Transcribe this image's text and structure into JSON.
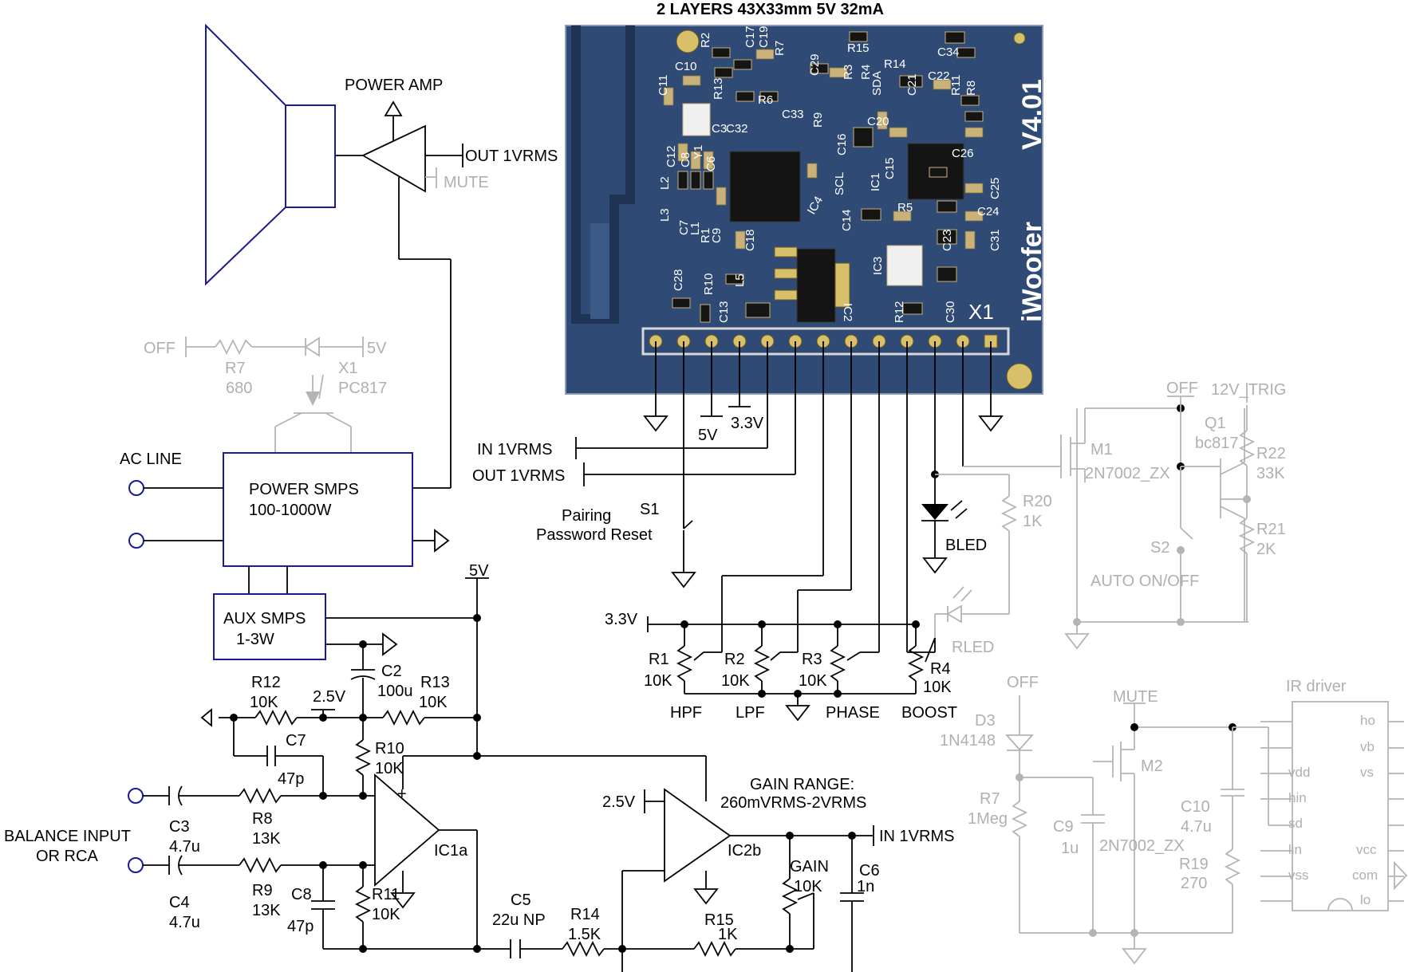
{
  "pcb": {
    "header": "2 LAYERS 43X33mm 5V 32mA",
    "brand": "iWoofer",
    "version": "V4.01",
    "board_mark": "X1",
    "silkscreen": [
      "R2",
      "C17",
      "C19",
      "R7",
      "C10",
      "C11",
      "R13",
      "R6",
      "C33",
      "C29",
      "R3",
      "R4",
      "R15",
      "R14",
      "C22",
      "C34",
      "SDA",
      "R11",
      "R8",
      "C21",
      "C3",
      "C32",
      "R9",
      "C16",
      "C20",
      "C26",
      "C12",
      "C8",
      "Y1",
      "C6",
      "L2",
      "IC4",
      "SCL",
      "IC1",
      "C15",
      "C25",
      "L3",
      "C7",
      "L1",
      "R1",
      "C9",
      "C18",
      "C14",
      "R5",
      "C24",
      "C23",
      "C31",
      "C28",
      "R10",
      "L5",
      "C13",
      "IC3",
      "IC2",
      "R12",
      "C30"
    ]
  },
  "power_amp": {
    "title": "POWER AMP",
    "out": "OUT 1VRMS",
    "mute": "MUTE"
  },
  "opto": {
    "off": "OFF",
    "five_v": "5V",
    "r7": "R7",
    "r7_val": "680",
    "x1": "X1",
    "x1_val": "PC817"
  },
  "smps": {
    "ac_line": "AC LINE",
    "power_title": "POWER SMPS",
    "power_range": "100-1000W",
    "aux_title": "AUX SMPS",
    "aux_range": "1-3W"
  },
  "io": {
    "in": "IN 1VRMS",
    "out": "OUT 1VRMS",
    "s1": "S1",
    "pairing": "Pairing",
    "pwreset": "Password Reset",
    "five_v": "5V",
    "three_v": "3.3V"
  },
  "pots": {
    "rail": "3.3V",
    "items": [
      {
        "ref": "R1",
        "val": "10K",
        "fn": "HPF"
      },
      {
        "ref": "R2",
        "val": "10K",
        "fn": "LPF"
      },
      {
        "ref": "R3",
        "val": "10K",
        "fn": "PHASE"
      },
      {
        "ref": "R4",
        "val": "10K",
        "fn": "BOOST"
      }
    ]
  },
  "leds": {
    "bled": "BLED",
    "rled": "RLED",
    "r20": "R20",
    "r20_val": "1K"
  },
  "auto": {
    "off": "OFF",
    "trig": "12V_TRIG",
    "q1": "Q1",
    "q1_val": "bc817",
    "m1": "M1",
    "m1_val": "2N7002_ZX",
    "r22": "R22",
    "r22_val": "33K",
    "r21": "R21",
    "r21_val": "2K",
    "s2": "S2",
    "title": "AUTO ON/OFF"
  },
  "mute": {
    "off": "OFF",
    "mute": "MUTE",
    "d3": "D3",
    "d3_val": "1N4148",
    "r7": "R7",
    "r7_val": "1Meg",
    "c9": "C9",
    "c9_val": "1u",
    "m2": "M2",
    "m2_val": "2N7002_ZX",
    "c10": "C10",
    "c10_val": "4.7u",
    "r19": "R19",
    "r19_val": "270"
  },
  "ir": {
    "title": "IR driver",
    "left": [
      "vdd",
      "hin",
      "sd",
      "lin",
      "vss"
    ],
    "right": [
      "ho",
      "vb",
      "vs",
      "vcc",
      "com",
      "lo"
    ]
  },
  "preamp": {
    "five_v": "5V",
    "balance": "BALANCE INPUT",
    "or_rca": "OR RCA",
    "c3": "C3",
    "c3_val": "4.7u",
    "c4": "C4",
    "c4_val": "4.7u",
    "r8": "R8",
    "r8_val": "13K",
    "r9": "R9",
    "r9_val": "13K",
    "c7": "C7",
    "c7_val": "47p",
    "c8": "C8",
    "c8_val": "47p",
    "r12": "R12",
    "r12_val": "10K",
    "v25": "2.5V",
    "c2": "C2",
    "c2_val": "100u",
    "r13": "R13",
    "r13_val": "10K",
    "r10": "R10",
    "r10_val": "10K",
    "r11": "R11",
    "r11_val": "10K",
    "ic1a": "IC1a",
    "c5": "C5",
    "c5_val": "22u NP",
    "r14": "R14",
    "r14_val": "1.5K",
    "ic2b": "IC2b",
    "v25b": "2.5V",
    "gain_range": "GAIN RANGE:",
    "gain_vals": "260mVRMS-2VRMS",
    "in_out": "IN 1VRMS",
    "r15": "R15",
    "r15_val": "1K",
    "gain": "GAIN",
    "gain_val": "10K",
    "c6": "C6",
    "c6_val": "1n"
  }
}
